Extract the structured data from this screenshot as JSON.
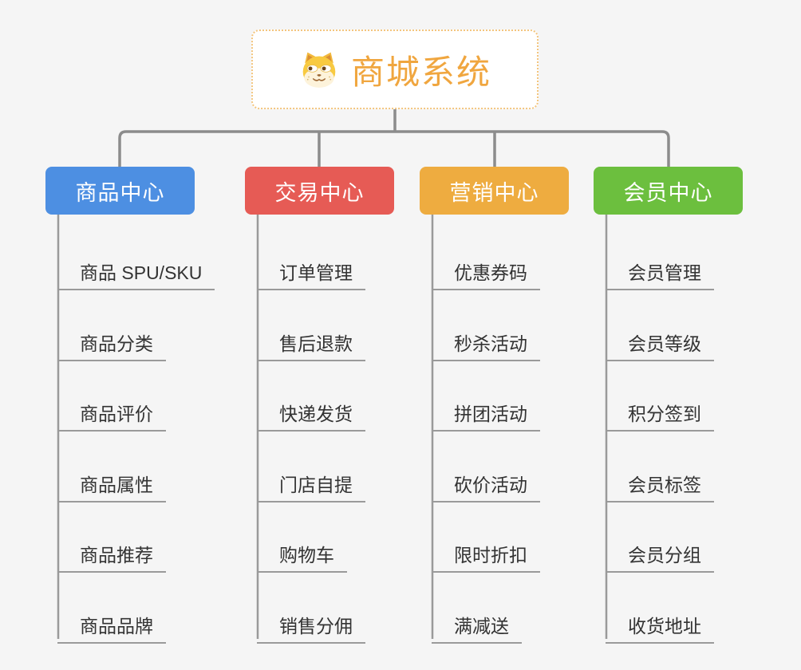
{
  "root": {
    "title": "商城系统",
    "icon": "dog-icon"
  },
  "branches": [
    {
      "label": "商品中心",
      "color": "#4D8FE2",
      "children": [
        "商品 SPU/SKU",
        "商品分类",
        "商品评价",
        "商品属性",
        "商品推荐",
        "商品品牌"
      ]
    },
    {
      "label": "交易中心",
      "color": "#E65B55",
      "children": [
        "订单管理",
        "售后退款",
        "快递发货",
        "门店自提",
        "购物车",
        "销售分佣"
      ]
    },
    {
      "label": "营销中心",
      "color": "#EEAC40",
      "children": [
        "优惠券码",
        "秒杀活动",
        "拼团活动",
        "砍价活动",
        "限时折扣",
        "满减送"
      ]
    },
    {
      "label": "会员中心",
      "color": "#6CBF3E",
      "children": [
        "会员管理",
        "会员等级",
        "积分签到",
        "会员标签",
        "会员分组",
        "收货地址"
      ]
    }
  ],
  "colors": {
    "canvas_background": "#F5F5F5",
    "root_accent": "#F0A63F",
    "root_border": "#F3C57E",
    "connector": "#8C8C8C",
    "leaf_line": "#9A9A9A",
    "leaf_text": "#333333"
  }
}
